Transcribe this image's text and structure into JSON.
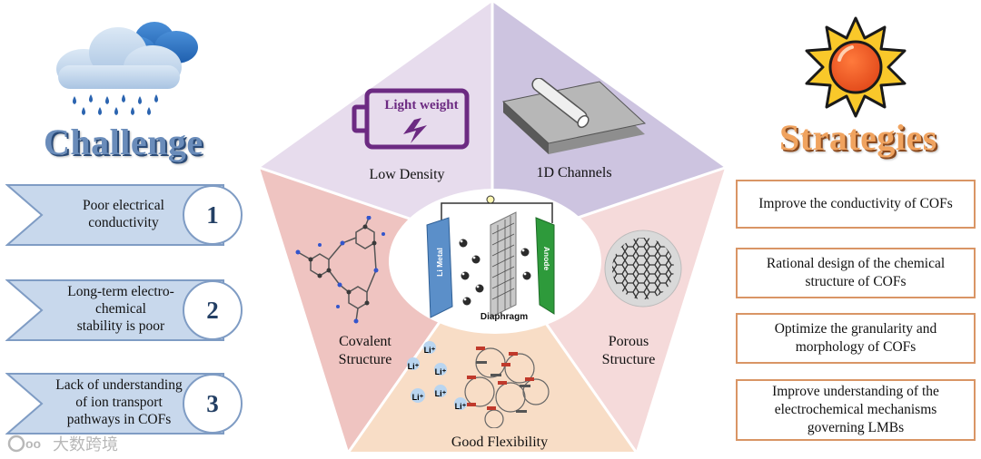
{
  "challenge": {
    "title": "Challenge",
    "items": [
      {
        "number": "1",
        "text_lines": [
          "Poor electrical",
          "conductivity"
        ]
      },
      {
        "number": "2",
        "text_lines": [
          "Long-term electro-",
          "chemical",
          "stability is poor"
        ]
      },
      {
        "number": "3",
        "text_lines": [
          "Lack of understanding",
          "of ion transport",
          "pathways in COFs"
        ]
      }
    ]
  },
  "strategies": {
    "title": "Strategies",
    "items": [
      {
        "text_lines": [
          "Improve the conductivity of COFs"
        ]
      },
      {
        "text_lines": [
          "Rational design of the chemical",
          "structure of COFs"
        ]
      },
      {
        "text_lines": [
          "Optimize the granularity and",
          "morphology of COFs"
        ]
      },
      {
        "text_lines": [
          "Improve understanding of the",
          "electrochemical mechanisms",
          "governing LMBs"
        ]
      }
    ]
  },
  "pentagon": {
    "sections": {
      "low_density": "Low Density",
      "channels": "1D Channels",
      "covalent_lines": [
        "Covalent",
        "Structure"
      ],
      "porous_lines": [
        "Porous",
        "Structure"
      ],
      "flexibility": "Good Flexibility"
    },
    "battery_icon_text": "Light weight",
    "center": {
      "anode_label": "Li Metal",
      "cathode_label": "Anode",
      "separator_label": "Diaphragm"
    },
    "li_ion_label": "Li⁺"
  },
  "watermark": "大数跨境",
  "colors": {
    "challenge_arrow": "#c8d8ec",
    "challenge_border": "#7f9cc4",
    "strategy_border": "#d99565",
    "pent_top_left": "#e7dced",
    "pent_top_right": "#cdc4e0",
    "pent_left": "#efc4c1",
    "pent_right": "#f5dada",
    "pent_bottom": "#f8ddc6"
  }
}
